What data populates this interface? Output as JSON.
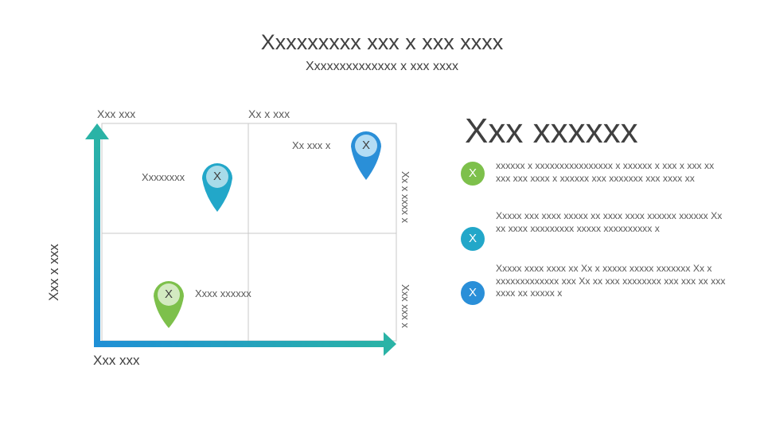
{
  "title": "Xxxxxxxxx xxx x xxx xxxx",
  "subtitle": "Xxxxxxxxxxxxxx x xxx xxxx",
  "matrix": {
    "top_left_label": "Xxx xxx",
    "top_center_label": "Xx x xxx",
    "right_upper_label": "Xx x xxxx x",
    "right_lower_label": "Xxx xxx x",
    "y_axis_label": "Xxx x xxx",
    "x_axis_label": "Xxx xxx"
  },
  "pins": [
    {
      "letter": "X",
      "label": "Xx xxx x",
      "color": "#2a8fd8"
    },
    {
      "letter": "X",
      "label": "Xxxxxxxx",
      "color": "#22a7c9"
    },
    {
      "letter": "X",
      "label": "Xxxx xxxxxx",
      "color": "#7dc04b"
    }
  ],
  "panel": {
    "heading": "Xxx xxxxxx",
    "items": [
      {
        "letter": "X",
        "color": "#7dc04b",
        "text": "xxxxxx x xxxxxxxxxxxxxxxx x xxxxxx x xxx x xxx xx xxx xxx xxxx x xxxxxx xxx xxxxxxx xxx xxxx xx"
      },
      {
        "letter": "X",
        "color": "#22a7c9",
        "text": "Xxxxx xxx xxxx xxxxx xx xxxx xxxx xxxxxx xxxxxx Xx xx xxxx xxxxxxxxx xxxxx xxxxxxxxxx x"
      },
      {
        "letter": "X",
        "color": "#2a8fd8",
        "text": "Xxxxx xxxx xxxx xx Xx x xxxxx xxxxx xxxxxxx Xx x xxxxxxxxxxxxx xxx Xx xx xxx xxxxxxxx xxx xxx xx xxx xxxx xx xxxxx x"
      }
    ]
  }
}
